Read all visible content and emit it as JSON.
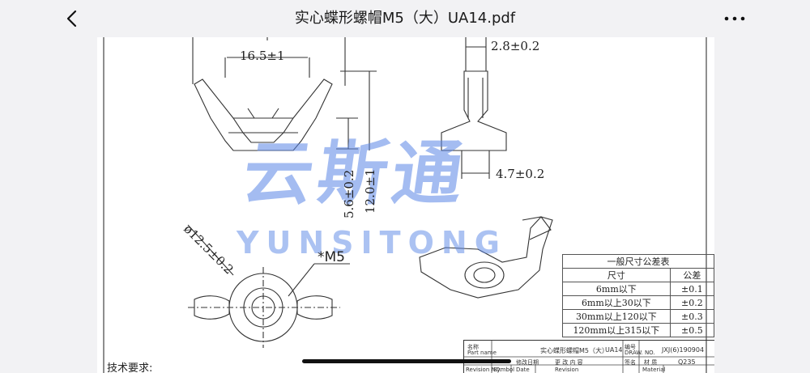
{
  "header": {
    "title": "实心蝶形螺帽M5（大）UA14.pdf",
    "back_icon": "chevron-left-icon",
    "more_icon": "more-horizontal-icon"
  },
  "watermark": {
    "cn": "云斯通",
    "en": "YUNSITONG"
  },
  "drawing": {
    "dims": {
      "width_top": "16.5±1",
      "thickness_top": "2.8±0.2",
      "height_small": "5.6±0.2",
      "height_total": "12.0±1",
      "side_width": "4.7±0.2",
      "diameter": "ø12.5±0.2",
      "thread": "*M5"
    },
    "tolerance_table": {
      "title": "一般尺寸公差表",
      "headers": [
        "尺寸",
        "公差"
      ],
      "rows": [
        [
          "6mm以下",
          "±0.1"
        ],
        [
          "6mm以上30以下",
          "±0.2"
        ],
        [
          "30mm以上120以下",
          "±0.3"
        ],
        [
          "120mm以上315以下",
          "±0.5"
        ]
      ]
    },
    "title_block": {
      "name_label": "名称",
      "part_name_label": "Part name",
      "part_name": "实心蝶形螺帽M5（大）",
      "part_code": "UA14",
      "no_label": "编号",
      "drw_no_label": "DRAW. NO.",
      "drw_no": "JXJ(6)190904",
      "revision_label": "Revision NO.",
      "symbol_label": "Symbol",
      "date_label": "Date",
      "content_label": "Revision",
      "rev_cn": "更 改 内 容",
      "date_cn": "修改日期",
      "sign_label": "签名",
      "material_cn": "材 质",
      "material_label": "Material",
      "material": "Q235"
    },
    "tech_req": "技术要求:"
  }
}
